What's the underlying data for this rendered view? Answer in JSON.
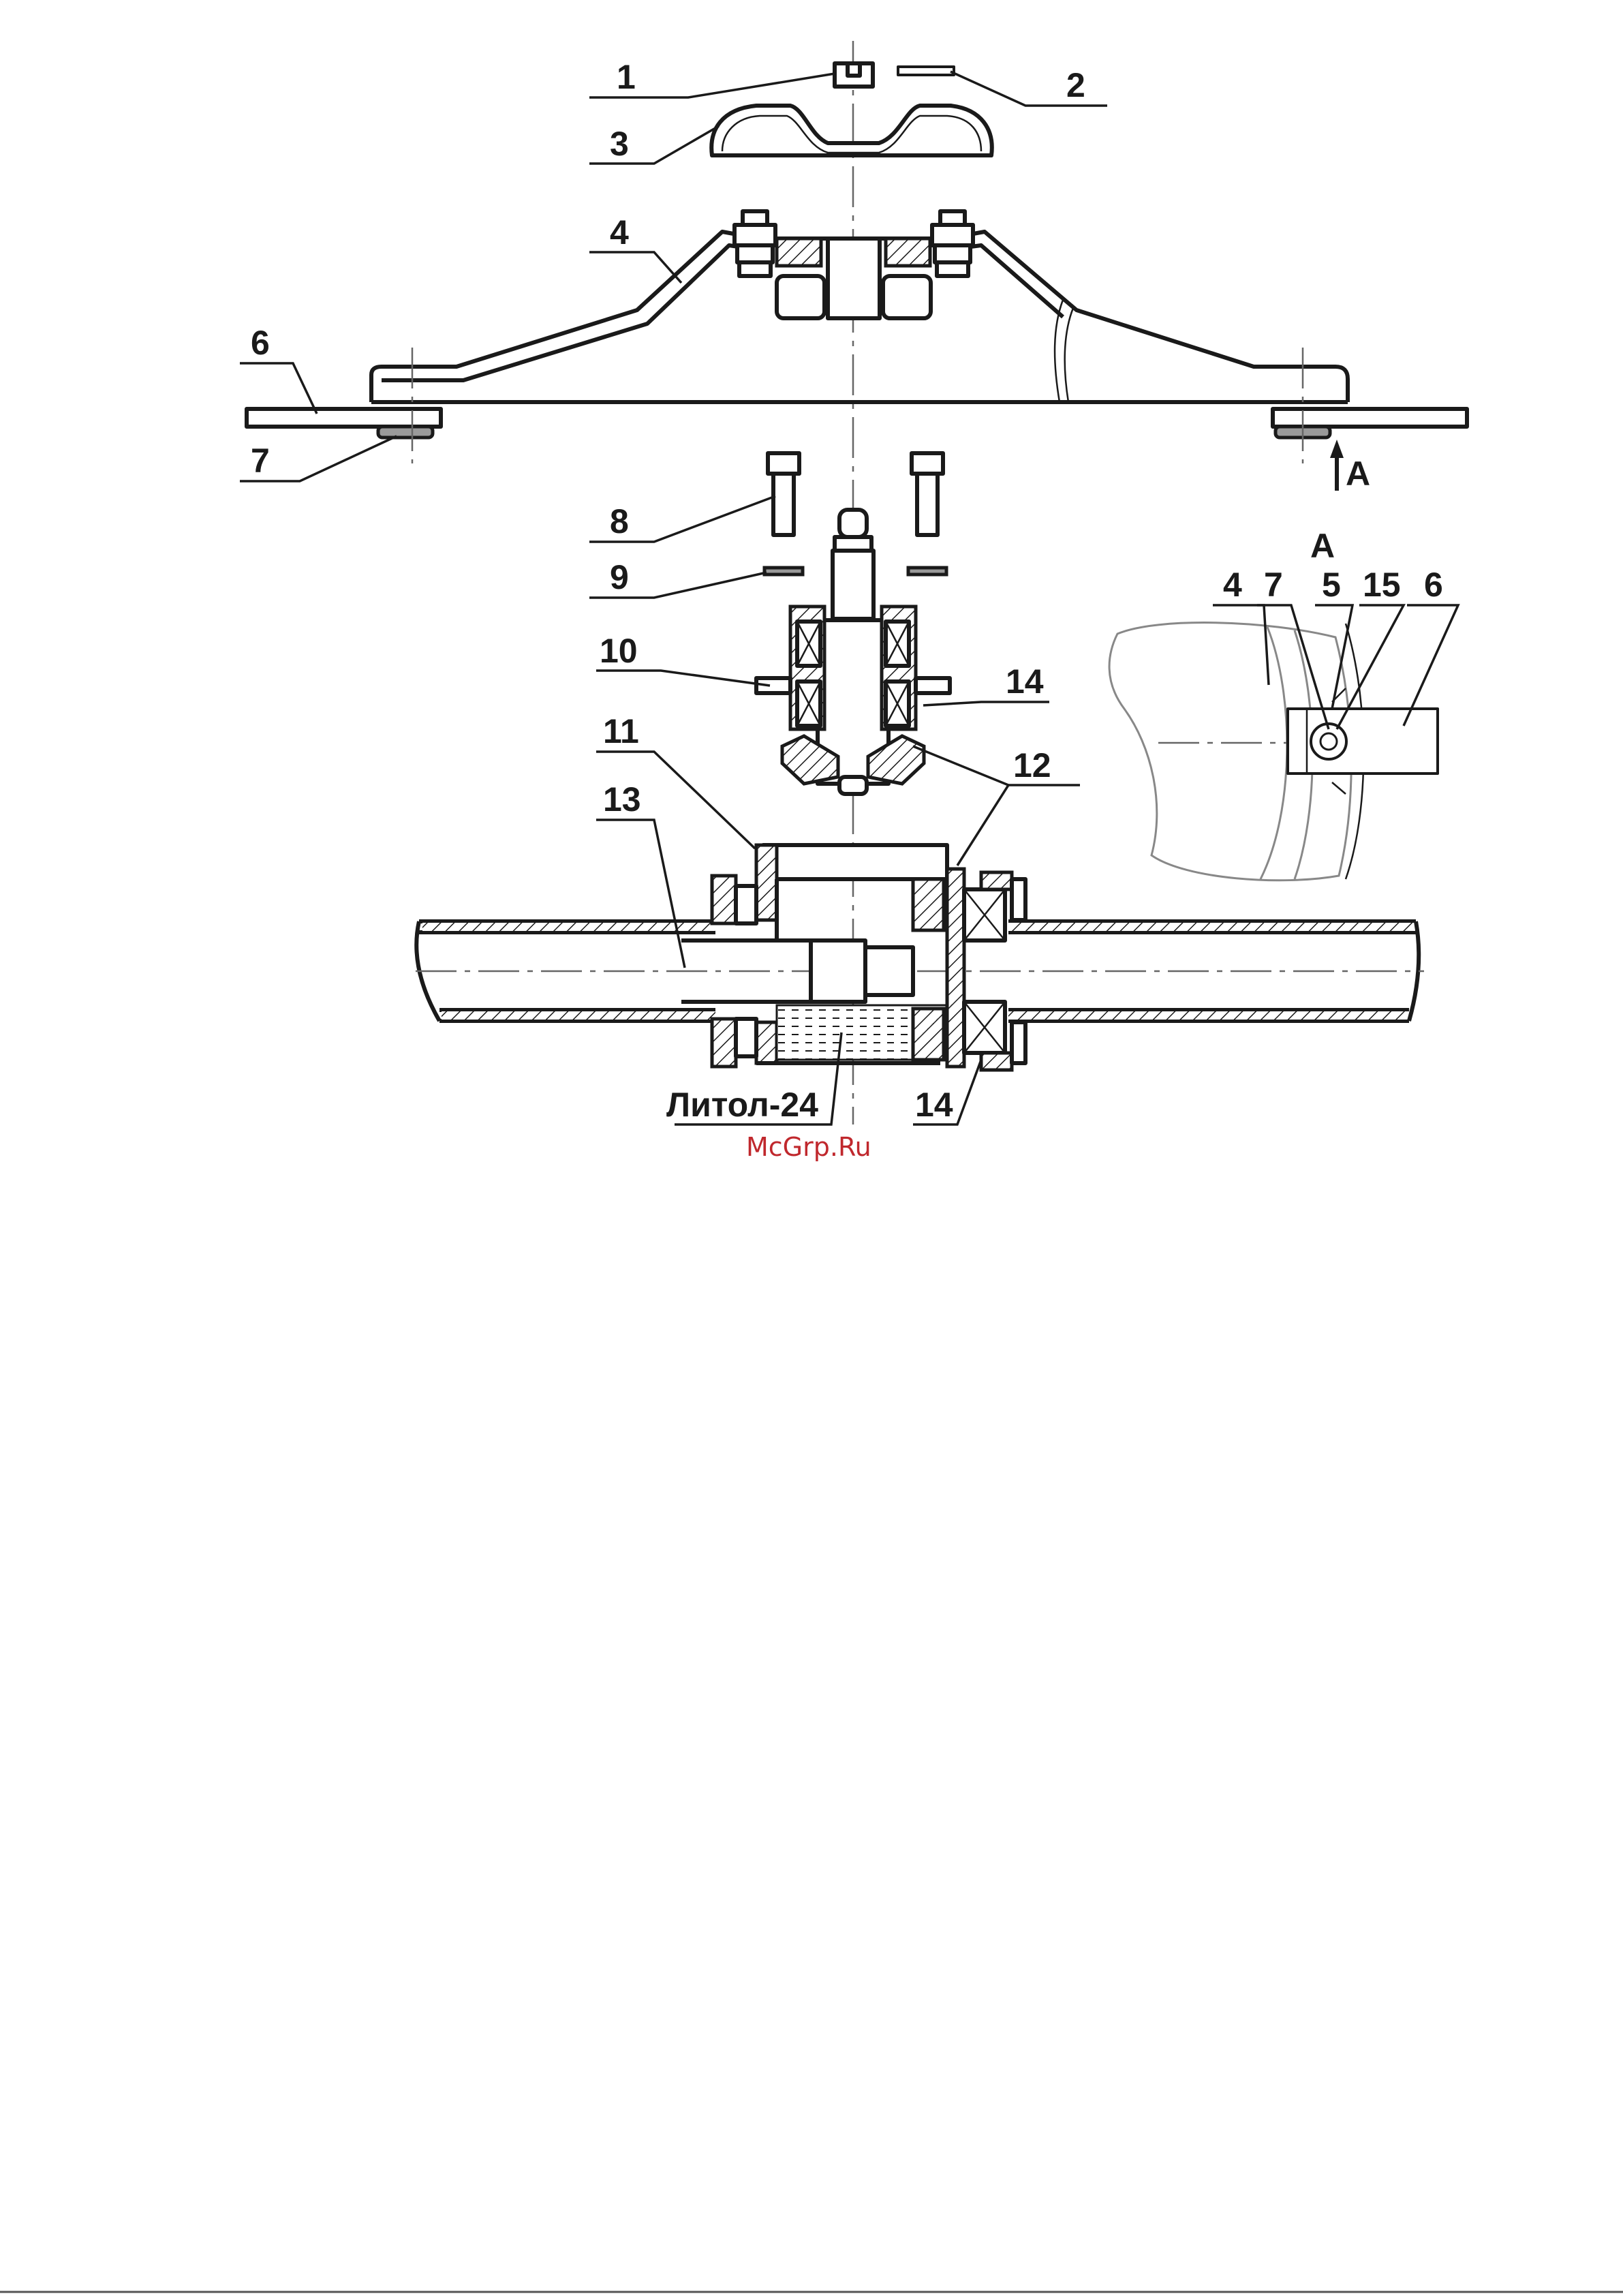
{
  "labels": {
    "n1": "1",
    "n2": "2",
    "n3": "3",
    "n4": "4",
    "n6": "6",
    "n7": "7",
    "n8": "8",
    "n9": "9",
    "n10": "10",
    "n14a": "14",
    "n11": "11",
    "n12": "12",
    "n13": "13",
    "n14b": "14",
    "arrow_a": "A",
    "view_title": "A",
    "v4": "4",
    "v7": "7",
    "v5": "5",
    "v15": "15",
    "v6": "6"
  },
  "grease_label": "Литол-24",
  "watermark": "McGrp.Ru"
}
